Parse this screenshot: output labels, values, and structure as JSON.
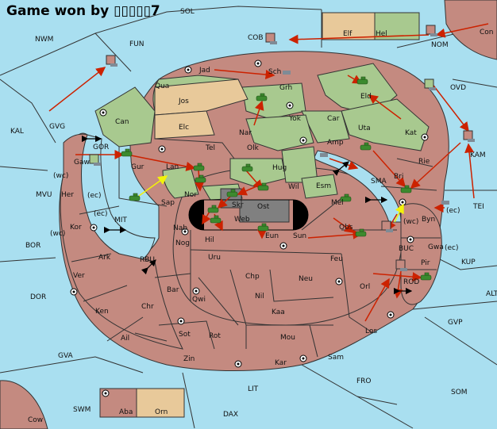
{
  "title": "Game won by ▯▯▯▯▯7",
  "colors": {
    "sea": "#a9dff0",
    "land": "#c48a80",
    "green": "#a8c98f",
    "tan": "#e8c99a",
    "dark": "#808080",
    "border": "#333333",
    "order_red": "#cc2200",
    "order_yellow": "#f2f20a"
  },
  "sea_labels": [
    "SOL",
    "NWM",
    "FUN",
    "COB",
    "NOM",
    "OVD",
    "GVG",
    "KAL",
    "MVU",
    "BOR",
    "DOR",
    "GVA",
    "SWM",
    "LIT",
    "DAX",
    "FRO",
    "SOM",
    "GVP",
    "ALT",
    "KUP",
    "TEI",
    "KAM",
    "MIT",
    "RBU",
    "SMA",
    "BUC",
    "ROD"
  ],
  "land_labels": [
    "Con",
    "Elf",
    "Hel",
    "Jad",
    "Sch",
    "Qua",
    "Jos",
    "Grh",
    "Can",
    "Elc",
    "Nar",
    "Yok",
    "Car",
    "Eld",
    "Uta",
    "Kat",
    "Amp",
    "GOR",
    "Gaw",
    "Gur",
    "Lan",
    "Tel",
    "Olk",
    "Hug",
    "Rie",
    "Bri",
    "Her",
    "Nor",
    "Sap",
    "Wil",
    "Esm",
    "Skr",
    "Ost",
    "Web",
    "Mel",
    "Byn",
    "Kor",
    "Nab",
    "Hil",
    "Eun",
    "Sun",
    "Obs",
    "Gwa",
    "Nog",
    "Pir",
    "Ark",
    "Uru",
    "Feu",
    "Ver",
    "Bar",
    "Chp",
    "Neu",
    "Orl",
    "Qwi",
    "Nil",
    "Ken",
    "Chr",
    "Kaa",
    "Ail",
    "Sot",
    "Rot",
    "Mou",
    "Los",
    "Zin",
    "Kar",
    "Sam",
    "Aba",
    "Orn",
    "Cow"
  ],
  "coast_labels": [
    "(wc)",
    "(ec)",
    "(ec)",
    "(wc)",
    "(wc)",
    "(ec)",
    "(ec)"
  ]
}
